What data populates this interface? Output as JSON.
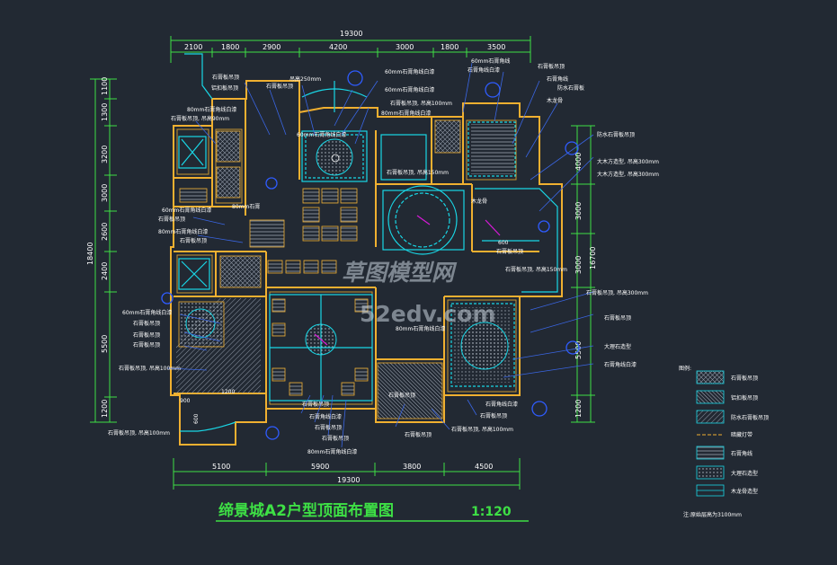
{
  "drawing": {
    "title": "缔景城A2户型顶面布置图",
    "scale": "1:120",
    "ceiling_note": "注:原始层高为3100mm"
  },
  "dimensions": {
    "top_total": "19300",
    "top_segments": [
      "2100",
      "1800",
      "2900",
      "4200",
      "3000",
      "1800",
      "3500"
    ],
    "bottom_total": "19300",
    "bottom_segments": [
      "5100",
      "5900",
      "3800",
      "4500"
    ],
    "left_total": "18400",
    "left_segments": [
      "1100",
      "1300",
      "3200",
      "3000",
      "2600",
      "2400",
      "5500",
      "1200"
    ],
    "right_total": "16700",
    "right_segments": [
      "4000",
      "3000",
      "3000",
      "5500",
      "1200"
    ],
    "inner": [
      "900",
      "600",
      "1200",
      "600"
    ]
  },
  "annotations": {
    "top": [
      "60mm石膏角线白漆",
      "60mm石膏角线白漆",
      "石膏板吊顶, 吊高100mm",
      "80mm石膏角线白漆",
      "石膏板吊顶",
      "铝扣板吊顶",
      "石膏板吊顶",
      "吊高250mm",
      "60mm石膏角线",
      "石膏角线白漆",
      "石膏板吊顶",
      "防水石膏板",
      "石膏角线",
      "木龙骨"
    ],
    "left": [
      "80mm石膏角线白漆",
      "石膏板吊顶, 吊高90mm",
      "60mm石膏角线白漆",
      "石膏板吊顶",
      "80mm石膏角线白漆",
      "石膏板吊顶",
      "石膏板吊顶",
      "石膏板吊顶, 吊高100mm",
      "石膏板吊顶, 吊高100mm",
      "60mm石膏角线白漆",
      "石膏板吊顶",
      "石膏板吊顶"
    ],
    "right": [
      "防水石膏板吊顶",
      "大木方造型, 吊高300mm",
      "大木方造型, 吊高300mm",
      "石膏板吊顶, 吊高300mm",
      "石膏板吊顶",
      "大理石造型",
      "石膏角线白漆"
    ],
    "bottom": [
      "石膏板吊顶",
      "石膏角线白漆",
      "石膏板吊顶",
      "石膏板吊顶",
      "石膏板吊顶, 吊高100mm",
      "80mm石膏角线白漆",
      "石膏板吊顶",
      "石膏板吊顶",
      "石膏角线白漆"
    ],
    "center": [
      "石膏板吊顶, 吊高150mm",
      "石膏板吊顶, 吊高150mm",
      "80mm石膏角线白漆",
      "60mm石膏角线白漆",
      "石膏板吊顶",
      "石膏板吊顶",
      "80mm石膏",
      "木龙骨"
    ]
  },
  "legend": {
    "label": "图例:",
    "items": [
      "石膏板吊顶",
      "铝扣板吊顶",
      "防水石膏板吊顶",
      "暗藏灯带",
      "石膏角线",
      "大理石造型",
      "木龙骨造型"
    ]
  },
  "watermark": {
    "line1": "草图模型网",
    "line2": "52edv.com"
  },
  "colors": {
    "background": "#222933",
    "wall": "#f0b030",
    "fixture": "#19d7e6",
    "dimension": "#3ee045",
    "text": "#ffffff",
    "leader": "#2f56d8",
    "symbol": "#2f5cff",
    "hatch": "#8f98a6",
    "accent": "#d81ad8"
  }
}
